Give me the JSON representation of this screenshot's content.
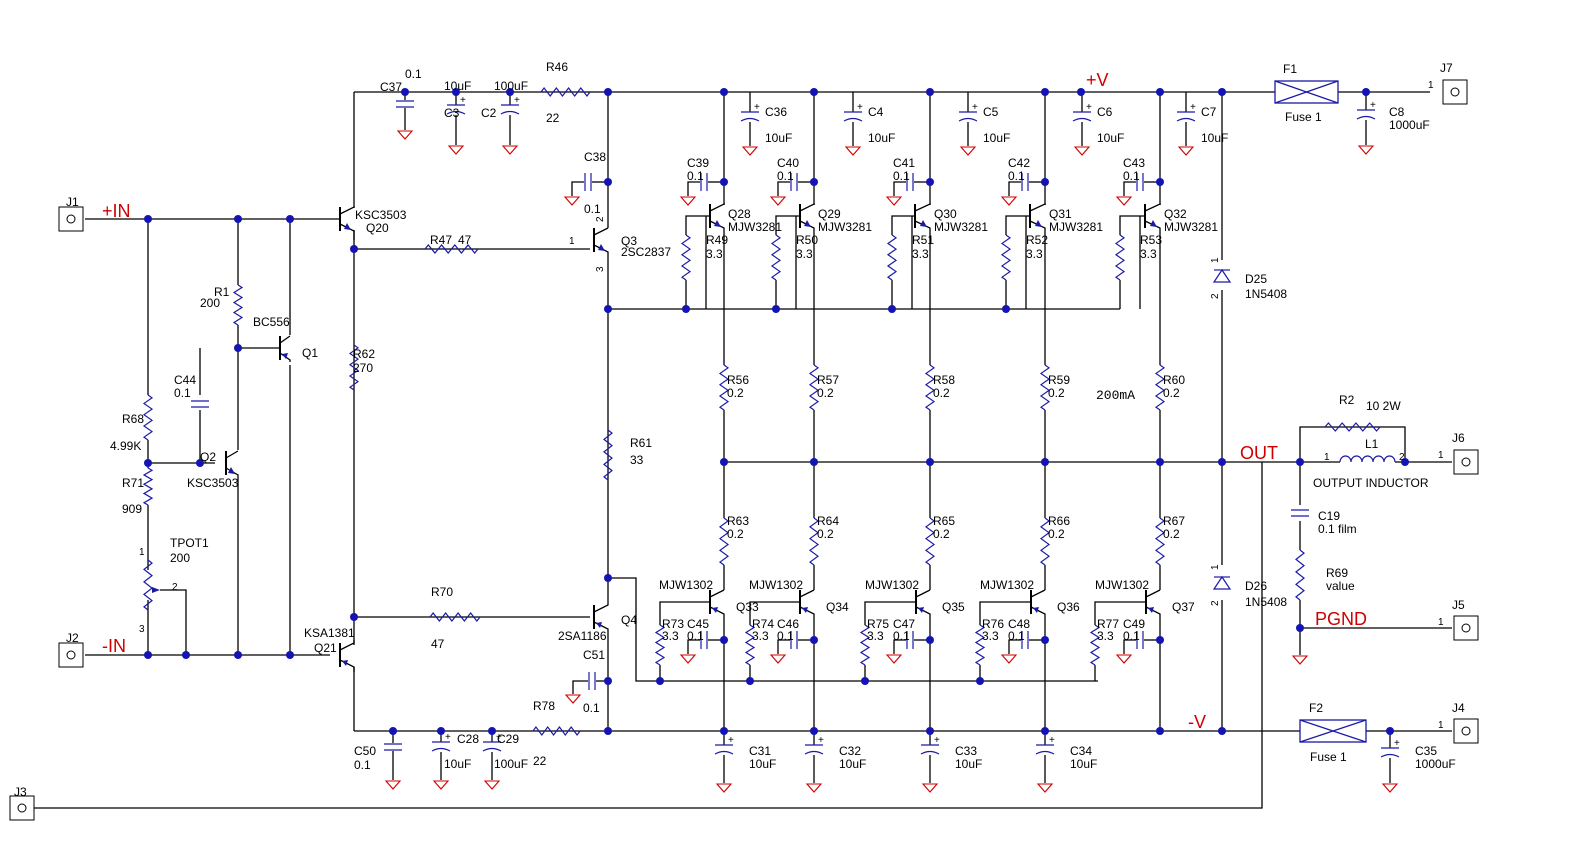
{
  "colors": {
    "wire": "#000000",
    "component": "#1a1aa6",
    "node": "#1414b4",
    "net": "#d00000",
    "ground": "#d00000"
  },
  "nets": {
    "in_pos": "+IN",
    "in_neg": "-IN",
    "vpos": "+V",
    "vneg": "-V",
    "out": "OUT",
    "pgnd": "PGND"
  },
  "connectors": {
    "j1": "J1",
    "j2": "J2",
    "j3": "J3",
    "j4": "J4",
    "j5": "J5",
    "j6": "J6",
    "j7": "J7",
    "pin1": "1"
  },
  "transistors": {
    "q20": {
      "ref": "Q20",
      "part": "KSC3503"
    },
    "q21": {
      "ref": "Q21",
      "part": "KSA1381"
    },
    "q1": {
      "ref": "Q1",
      "part": "BC556"
    },
    "q2": {
      "ref": "Q2",
      "part": "KSC3503"
    },
    "q3": {
      "ref": "Q3",
      "part": "2SC2837"
    },
    "q4": {
      "ref": "Q4",
      "part": "2SA1186"
    },
    "npn_part": "MJW3281",
    "pnp_part": "MJW1302",
    "npn_refs": [
      "Q28",
      "Q29",
      "Q30",
      "Q31",
      "Q32"
    ],
    "pnp_refs": [
      "Q33",
      "Q34",
      "Q35",
      "Q36",
      "Q37"
    ]
  },
  "pins": {
    "p1": "1",
    "p2": "2",
    "p3": "3"
  },
  "resistors": {
    "r1": {
      "ref": "R1",
      "value": "200"
    },
    "r68": {
      "ref": "R68",
      "value": "4.99K"
    },
    "r71": {
      "ref": "R71",
      "value": "909"
    },
    "tpot1": {
      "ref": "TPOT1",
      "value": "200"
    },
    "r62": {
      "ref": "R62",
      "value": "270"
    },
    "r47": {
      "ref": "R47",
      "value": "47"
    },
    "r46": {
      "ref": "R46",
      "value": "22"
    },
    "r61": {
      "ref": "R61",
      "value": "33"
    },
    "r70": {
      "ref": "R70",
      "value": "47"
    },
    "r78": {
      "ref": "R78",
      "value": "22"
    },
    "r2": {
      "ref": "R2",
      "value": "10 2W"
    },
    "r69": {
      "ref": "R69",
      "value": "value"
    },
    "base_value": "3.3",
    "emit_value": "0.2",
    "upper_base_refs": [
      "R49",
      "R50",
      "R51",
      "R52",
      "R53"
    ],
    "upper_emit_refs": [
      "R56",
      "R57",
      "R58",
      "R59",
      "R60"
    ],
    "lower_emit_refs": [
      "R63",
      "R64",
      "R65",
      "R66",
      "R67"
    ],
    "lower_base_refs": [
      "R73",
      "R74",
      "R75",
      "R76",
      "R77"
    ]
  },
  "capacitors": {
    "c37": {
      "ref": "C37",
      "value": "0.1"
    },
    "c3": {
      "ref": "C3",
      "value": "10uF"
    },
    "c2": {
      "ref": "C2",
      "value": "100uF"
    },
    "c38": {
      "ref": "C38",
      "value": "0.1"
    },
    "c44": {
      "ref": "C44",
      "value": "0.1"
    },
    "c50": {
      "ref": "C50",
      "value": "0.1"
    },
    "c28": {
      "ref": "C28",
      "value": "10uF"
    },
    "c29": {
      "ref": "C29",
      "value": "100uF"
    },
    "c51": {
      "ref": "C51",
      "value": "0.1"
    },
    "c8": {
      "ref": "C8",
      "value": "1000uF"
    },
    "c35": {
      "ref": "C35",
      "value": "1000uF"
    },
    "c19": {
      "ref": "C19",
      "value": "0.1 film"
    },
    "small_value": "0.1",
    "bulk_value": "10uF",
    "upper_bypass_refs": [
      "C36",
      "C4",
      "C5",
      "C6",
      "C7"
    ],
    "lower_bypass_refs": [
      "C31",
      "C32",
      "C33",
      "C34"
    ],
    "upper_bc_refs": [
      "C39",
      "C40",
      "C41",
      "C42",
      "C43"
    ],
    "lower_bc_refs": [
      "C45",
      "C46",
      "C47",
      "C48",
      "C49"
    ]
  },
  "diodes": {
    "d25": {
      "ref": "D25",
      "part": "1N5408"
    },
    "d26": {
      "ref": "D26",
      "part": "1N5408"
    }
  },
  "fuses": {
    "f1": {
      "ref": "F1",
      "value": "Fuse 1"
    },
    "f2": {
      "ref": "F2",
      "value": "Fuse 1"
    }
  },
  "inductor": {
    "ref": "L1",
    "label": "OUTPUT INDUCTOR"
  },
  "annotation": "200mA",
  "plus_sign": "+"
}
